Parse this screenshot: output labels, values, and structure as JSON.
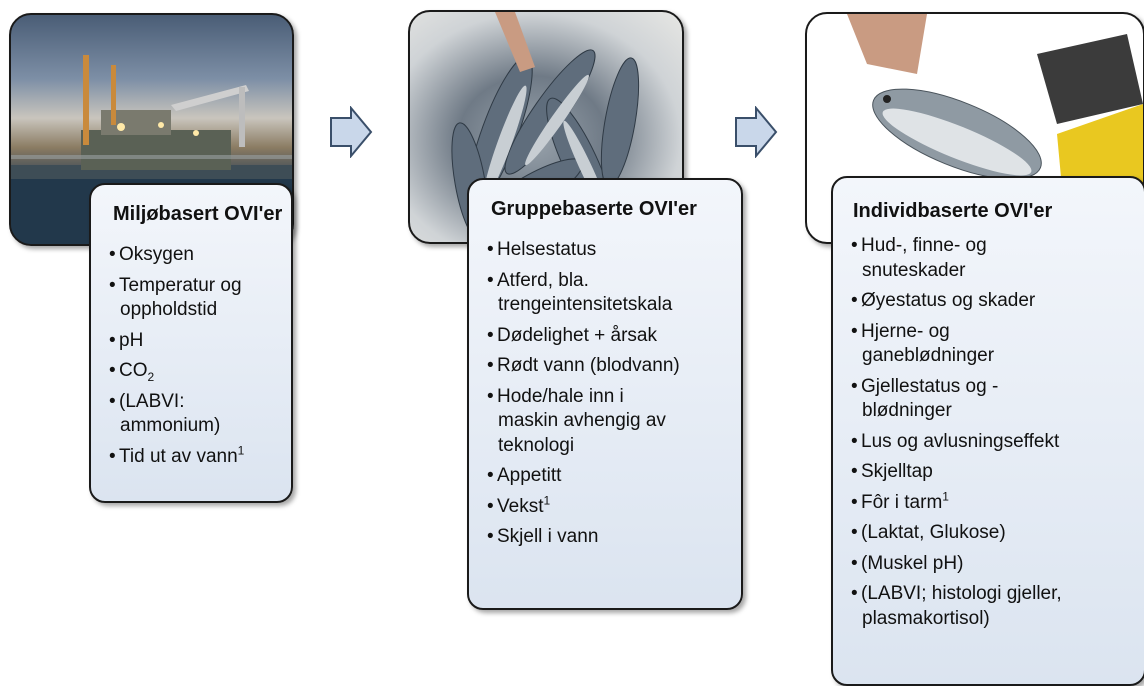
{
  "colors": {
    "box_top": "#f3f6fb",
    "box_bottom": "#dbe4f0",
    "arrow_fill": "#c9d7ea",
    "arrow_stroke": "#3a4f6a"
  },
  "panels": [
    {
      "title": "Miljøbasert OVI'er",
      "items": [
        [
          "Oksygen"
        ],
        [
          "Temperatur og",
          "oppholdstid"
        ],
        [
          "pH"
        ],
        [
          "CO",
          "2"
        ],
        [
          "(LABVI:",
          "ammonium)"
        ],
        [
          "Tid ut av vann",
          "1"
        ]
      ]
    },
    {
      "title": "Gruppebaserte OVI'er",
      "items": [
        [
          "Helsestatus"
        ],
        [
          "Atferd, bla.",
          "trengeintensitetskala"
        ],
        [
          "Dødelighet + årsak"
        ],
        [
          "Rødt vann (blodvann)"
        ],
        [
          "Hode/hale inn i",
          "maskin avhengig av",
          "teknologi"
        ],
        [
          "Appetitt"
        ],
        [
          "Vekst",
          "1"
        ],
        [
          "Skjell i vann"
        ]
      ]
    },
    {
      "title": "Individbaserte OVI'er",
      "items": [
        [
          "Hud-, finne- og",
          "snuteskader"
        ],
        [
          "Øyestatus og skader"
        ],
        [
          "Hjerne- og",
          "ganeblødninger"
        ],
        [
          "Gjellestatus og -",
          "blødninger"
        ],
        [
          "Lus og avlusningseffekt"
        ],
        [
          "Skjelltap"
        ],
        [
          "Fôr i tarm",
          "1"
        ],
        [
          "(Laktat, Glukose)"
        ],
        [
          "(Muskel pH)"
        ],
        [
          "(LABVI; histologi gjeller,",
          "plasmakortisol)"
        ]
      ]
    }
  ]
}
